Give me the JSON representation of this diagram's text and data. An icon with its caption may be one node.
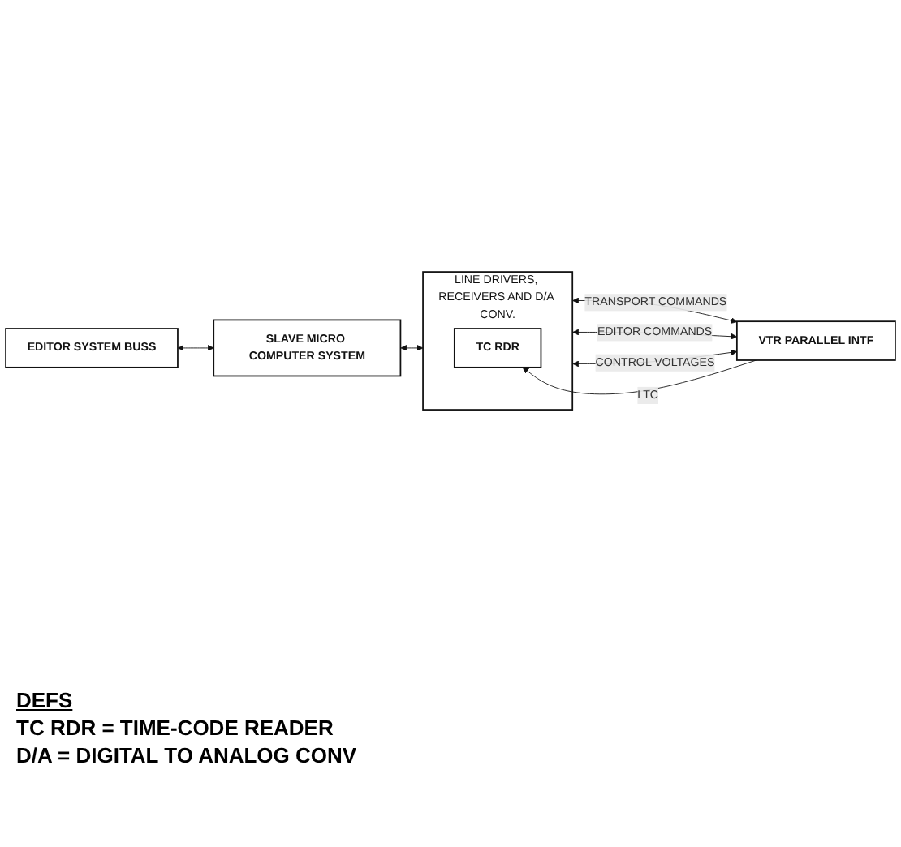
{
  "diagram": {
    "nodes": [
      {
        "text": [
          "EDITOR SYSTEM BUSS"
        ]
      },
      {
        "text": [
          "SLAVE MICRO COMPUTER SYSTEM"
        ]
      },
      {
        "text": [
          "LINE DRIVERS, RECEIVERS AND D/A CONV."
        ]
      },
      {
        "text": [
          "TC RDR"
        ],
        "in": 2
      },
      {
        "text": [
          "VTR PARALLEL INTF"
        ]
      }
    ],
    "edges": [
      {
        "from": 0,
        "to": 1,
        "arrow": "both"
      },
      {
        "from": 1,
        "to": 2,
        "arrow": "both"
      },
      {
        "from": 2,
        "to": 4,
        "arrow": "both",
        "label": "TRANSPORT COMMANDS"
      },
      {
        "from": 2,
        "to": 4,
        "arrow": "both",
        "label": "EDITOR COMMANDS"
      },
      {
        "from": 2,
        "to": 4,
        "arrow": "both",
        "label": "CONTROL VOLTAGES"
      },
      {
        "from": 4,
        "to": 3,
        "arrow": "to",
        "label": "LTC"
      }
    ],
    "labels": [
      "DEFS",
      "TC RDR = TIME-CODE READER",
      "D/A = DIGITAL TO ANALOG CONV"
    ]
  }
}
